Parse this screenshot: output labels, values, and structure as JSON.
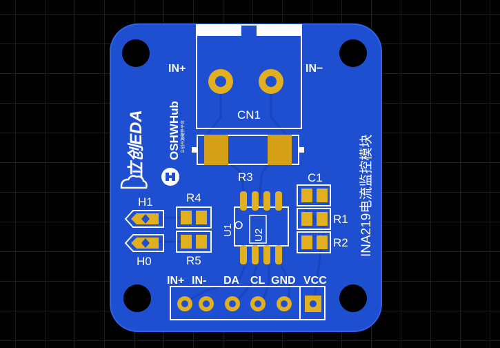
{
  "colors": {
    "background": "#000000",
    "grid": "#3a3a3a",
    "board": "#1f4fd1",
    "board_edge": "#2f63ea",
    "trace": "#1a44bb",
    "copper": "#d4a017",
    "pad_gold": "#e0b020",
    "silk": "#ffffff",
    "hole": "#000000"
  },
  "labels": {
    "in_plus": "IN+",
    "in_minus": "IN−",
    "cn1": "CN1",
    "r3": "R3",
    "c1": "C1",
    "r1": "R1",
    "r2": "R2",
    "r4": "R4",
    "r5": "R5",
    "h1": "H1",
    "h0": "H0",
    "u1": "U1",
    "u2": "U2",
    "brand_eda": "立创EDA",
    "brand_oshw": "OSHWHub",
    "brand_oshw_sub": "立创开源硬件平台",
    "module_title": "INA219电流监控模块"
  },
  "header": {
    "pins": [
      "IN+",
      "IN-",
      "DA",
      "CL",
      "GND",
      "VCC"
    ]
  }
}
